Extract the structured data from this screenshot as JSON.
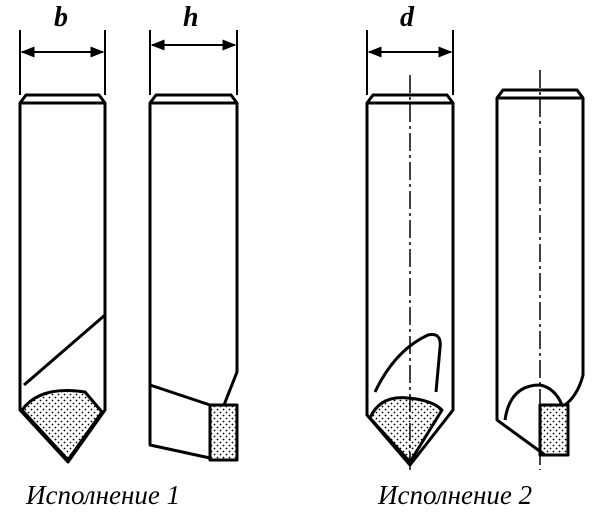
{
  "dimensions": {
    "b": "b",
    "h": "h",
    "d": "d"
  },
  "captions": {
    "variant_1": "Исполнение 1",
    "variant_2": "Исполнение 2"
  },
  "colors": {
    "ink": "#000000",
    "background": "#ffffff"
  }
}
